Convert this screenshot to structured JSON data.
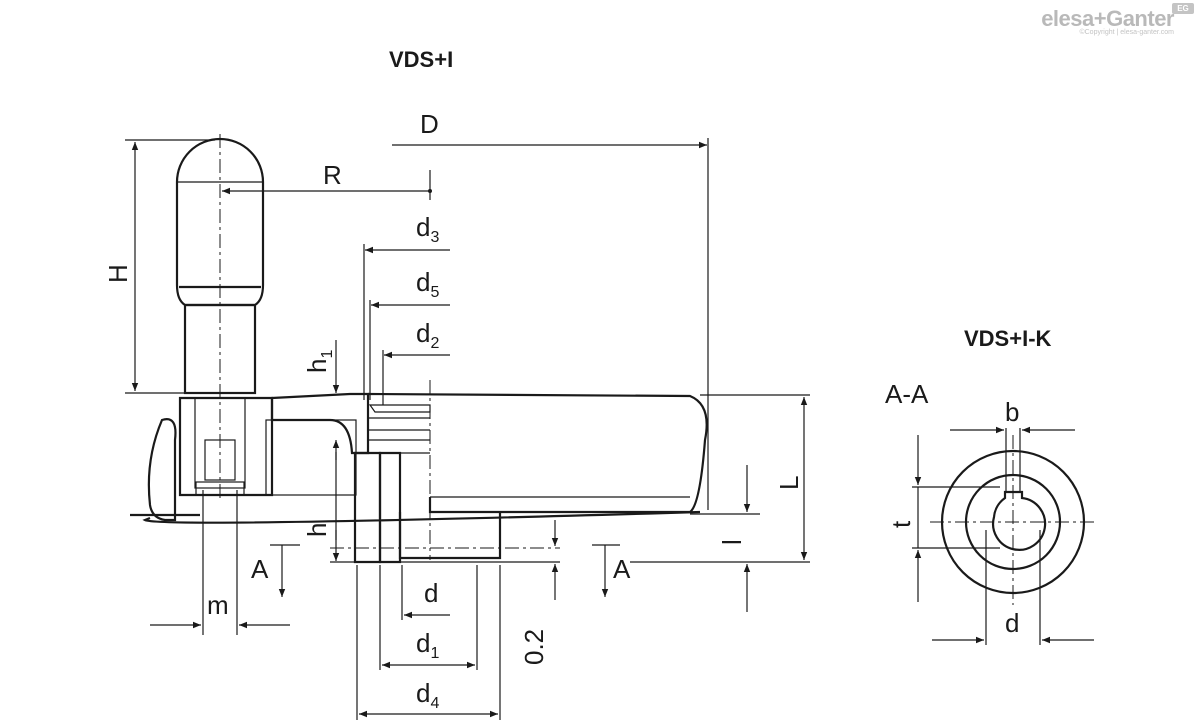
{
  "logo": {
    "brand": "elesa+Ganter",
    "badge": "EG",
    "copyright": "©Copyright | elesa-ganter.com"
  },
  "views": {
    "main_title": "VDS+I",
    "side_title": "VDS+I-K",
    "section_label": "A-A"
  },
  "dimensions": {
    "D": "D",
    "R": "R",
    "H": "H",
    "L": "L",
    "l": "l",
    "h": "h",
    "h1_main": "h",
    "h1_sub": "1",
    "m": "m",
    "d": "d",
    "d1_main": "d",
    "d1_sub": "1",
    "d2_main": "d",
    "d2_sub": "2",
    "d3_main": "d",
    "d3_sub": "3",
    "d4_main": "d",
    "d4_sub": "4",
    "d5_main": "d",
    "d5_sub": "5",
    "clearance": "0.2",
    "section_marker": "A",
    "b": "b",
    "t": "t",
    "section_d": "d"
  }
}
